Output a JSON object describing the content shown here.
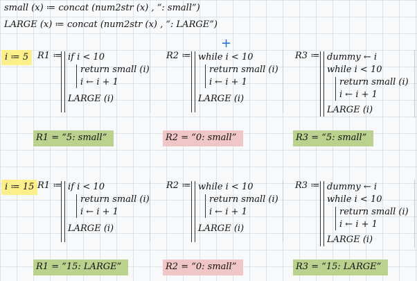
{
  "definitions": {
    "small": "small (x) ≔ concat (num2str (x) , “: small”)",
    "large": "LARGE (x) ≔ concat (num2str (x) , “: LARGE”)"
  },
  "cursor_glyph": "+",
  "colors": {
    "assign": "#fdf08a",
    "result_ok": "#bad28e",
    "result_bad": "#f0c6c6",
    "cursor": "#1e6fd8"
  },
  "blocks": [
    {
      "i_assign": "i ≔ 5",
      "r1": {
        "label": "R1 ≔",
        "lines": [
          "if i < 10",
          "return small (i)",
          "i ← i + 1",
          "LARGE (i)"
        ]
      },
      "r2": {
        "label": "R2 ≔",
        "lines": [
          "while i < 10",
          "return small (i)",
          "i ← i + 1",
          "LARGE (i)"
        ]
      },
      "r3": {
        "label": "R3 ≔",
        "lines": [
          "dummy ← i",
          "while i < 10",
          "return small (i)",
          "i ← i + 1",
          "LARGE (i)"
        ]
      },
      "results": [
        "R1 = “5: small”",
        "R2 = “0: small”",
        "R3 = “5: small”"
      ]
    },
    {
      "i_assign": "i ≔ 15",
      "r1": {
        "label": "R1 ≔",
        "lines": [
          "if i < 10",
          "return small (i)",
          "i ← i + 1",
          "LARGE (i)"
        ]
      },
      "r2": {
        "label": "R2 ≔",
        "lines": [
          "while i < 10",
          "return small (i)",
          "i ← i + 1",
          "LARGE (i)"
        ]
      },
      "r3": {
        "label": "R3 ≔",
        "lines": [
          "dummy ← i",
          "while i < 10",
          "return small (i)",
          "i ← i + 1",
          "LARGE (i)"
        ]
      },
      "results": [
        "R1 = “15: LARGE”",
        "R2 = “0: small”",
        "R3 = “15: LARGE”"
      ]
    }
  ]
}
